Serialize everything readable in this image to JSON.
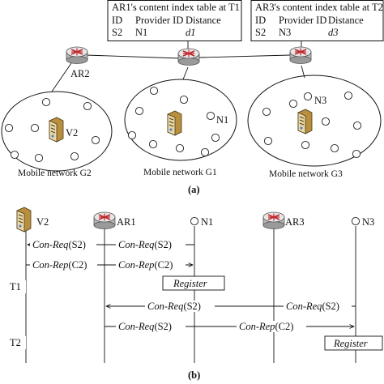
{
  "colors": {
    "line": "#111111",
    "router_body": "#b8b8b8",
    "router_top": "#e6e6e6",
    "router_arrows": "#c0282c",
    "server_body": "#b88f3f",
    "server_front": "#e9d9a6"
  },
  "icons": {
    "router": "router-icon",
    "server": "server-icon",
    "node": "mobile-node-icon"
  },
  "part_a": {
    "caption": "(a)",
    "tables": [
      {
        "title": "AR1's content index table at T1",
        "headers": [
          "ID",
          "Provider ID",
          "Distance"
        ],
        "row": [
          "S2",
          "N1",
          "d1"
        ]
      },
      {
        "title": "AR3's content index table at T2",
        "headers": [
          "ID",
          "Provider ID",
          "Distance"
        ],
        "row": [
          "S2",
          "N3",
          "d3"
        ]
      }
    ],
    "routers": [
      "AR2"
    ],
    "networks": [
      {
        "label": "Mobile network G2",
        "server": "V2"
      },
      {
        "label": "Mobile network G1",
        "node": "N1"
      },
      {
        "label": "Mobile network G3",
        "node": "N3"
      }
    ]
  },
  "part_b": {
    "caption": "(b)",
    "entities": [
      "V2",
      "AR1",
      "N1",
      "AR3",
      "N3"
    ],
    "time_labels": [
      "T1",
      "T2"
    ],
    "messages": [
      {
        "name": "Con-Req",
        "param": "(S2)"
      },
      {
        "name": "Con-Rep",
        "param": "(C2)"
      },
      {
        "name": "Register"
      }
    ]
  }
}
